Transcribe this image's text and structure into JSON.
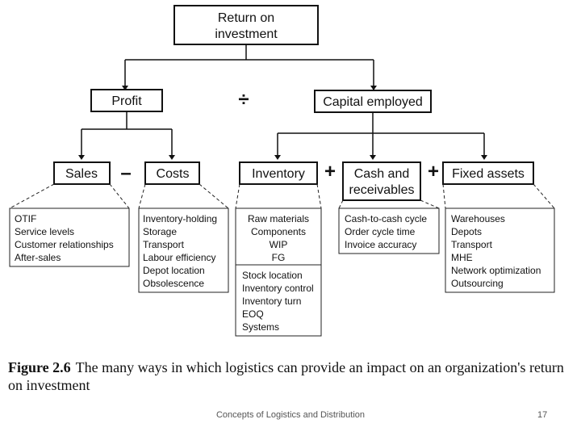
{
  "diagram": {
    "top": "Return on investment",
    "top_lines": [
      "Return on",
      "investment"
    ],
    "profit": "Profit",
    "divide": "÷",
    "capital": "Capital employed",
    "sales": "Sales",
    "minus": "–",
    "costs": "Costs",
    "inventory": "Inventory",
    "plus1": "+",
    "cash_lines": [
      "Cash and",
      "receivables"
    ],
    "plus2": "+",
    "fixed": "Fixed assets",
    "lists": {
      "sales": [
        "OTIF",
        "Service levels",
        "Customer relationships",
        "After-sales"
      ],
      "costs": [
        "Inventory-holding",
        "Storage",
        "Transport",
        "Labour efficiency",
        "Depot location",
        "Obsolescence"
      ],
      "inventory_top": [
        "Raw materials",
        "Components",
        "WIP",
        "FG"
      ],
      "inventory_bottom": [
        "Stock location",
        "Inventory control",
        "Inventory turn",
        "EOQ",
        "Systems"
      ],
      "cash": [
        "Cash-to-cash cycle",
        "Order cycle time",
        "Invoice accuracy"
      ],
      "fixed": [
        "Warehouses",
        "Depots",
        "Transport",
        "MHE",
        "Network optimization",
        "Outsourcing"
      ]
    }
  },
  "caption": {
    "label": "Figure 2.6",
    "text": "The many ways in which logistics can provide an impact on an organization's return on investment"
  },
  "footer": {
    "title": "Concepts of Logistics and Distribution",
    "page": "17"
  }
}
